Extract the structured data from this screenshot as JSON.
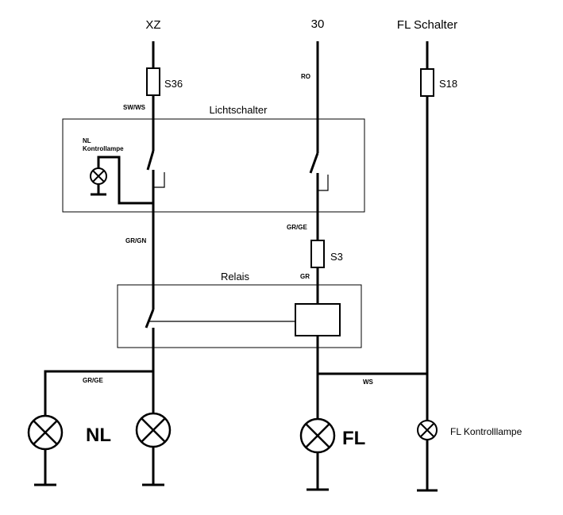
{
  "supplies": {
    "xz": "XZ",
    "k30": "30",
    "fl_schalter": "FL Schalter"
  },
  "fuses": {
    "s36": "S36",
    "s18": "S18",
    "s3": "S3"
  },
  "wire_colors": {
    "sw_ws": "SW/WS",
    "ro": "RO",
    "gr_gn": "GR/GN",
    "gr_ge_upper": "GR/GE",
    "gr": "GR",
    "gr_ge_lower": "GR/GE",
    "ws": "WS"
  },
  "blocks": {
    "lichtschalter": "Lichtschalter",
    "relais": "Relais"
  },
  "lamps": {
    "nl_kontroll_line1": "NL",
    "nl_kontroll_line2": "Kontrollampe",
    "nl": "NL",
    "fl": "FL",
    "fl_kontroll": "FL Kontrolllampe"
  }
}
